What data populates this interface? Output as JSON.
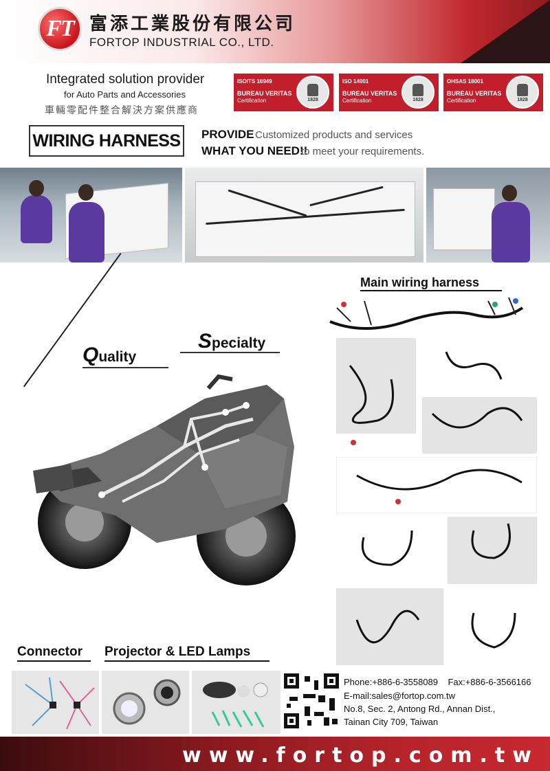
{
  "company": {
    "logo_text": "FT",
    "name_cn": "富添工業股份有限公司",
    "name_en": "FORTOP INDUSTRIAL CO., LTD."
  },
  "tagline": {
    "line1": "Integrated solution provider",
    "line2": "for Auto Parts and Accessories",
    "line3_cn": "車輛零配件整合解決方案供應商"
  },
  "certifications": [
    {
      "name": "ISO/TS 16949",
      "body": "BUREAU VERITAS",
      "type": "Certification",
      "year": "1828"
    },
    {
      "name": "ISO 14001",
      "body": "BUREAU VERITAS",
      "type": "Certification",
      "year": "1828"
    },
    {
      "name": "OHSAS 18001",
      "body": "BUREAU VERITAS",
      "type": "Certification",
      "year": "1828"
    }
  ],
  "product_banner": {
    "title": "WIRING HARNESS",
    "provide": "PROVIDE",
    "provide_text": "Customized products and services",
    "need": "WHAT YOU NEED!!",
    "need_text": "to meet your requirements."
  },
  "features": {
    "quality_initial": "Q",
    "quality_rest": "uality",
    "specialty_initial": "S",
    "specialty_rest": "pecialty"
  },
  "main_harness_title": "Main wiring harness",
  "bottom": {
    "connector": "Connector",
    "projector": "Projector & LED Lamps"
  },
  "contact": {
    "phone": "Phone:+886-6-3558089",
    "fax": "Fax:+886-6-3566166",
    "email": "E-mail:sales@fortop.com.tw",
    "address1": "No.8, Sec. 2, Antong Rd., Annan Dist.,",
    "address2": "Tainan City 709, Taiwan"
  },
  "website": "www.fortop.com.tw",
  "colors": {
    "brand_red": "#c31e2b",
    "footer_dark": "#3a0c0e"
  }
}
